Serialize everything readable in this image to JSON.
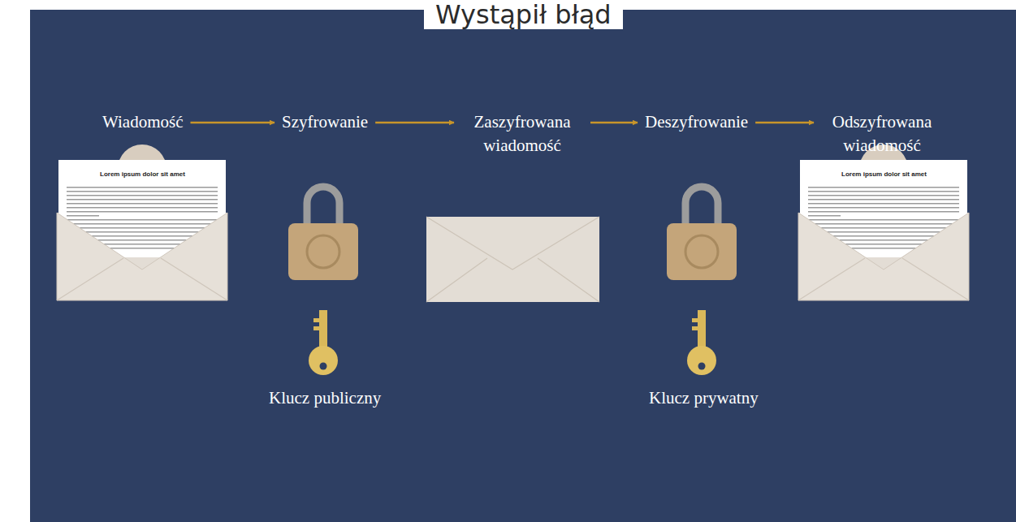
{
  "diagram": {
    "title": "Wystąpił błąd",
    "nodes": [
      {
        "text": [
          "Wiadomość"
        ]
      },
      {
        "text": [
          "Szyfrowanie"
        ]
      },
      {
        "text": [
          "Zaszyfrowana wiadomość"
        ]
      },
      {
        "text": [
          "Deszyfrowanie"
        ]
      },
      {
        "text": [
          "Odszyfrowana wiadomość"
        ]
      }
    ],
    "edges": [
      {
        "from": 0,
        "to": 1,
        "arrow": "to"
      },
      {
        "from": 1,
        "to": 2,
        "arrow": "to"
      },
      {
        "from": 2,
        "to": 3,
        "arrow": "to"
      },
      {
        "from": 3,
        "to": 4,
        "arrow": "to"
      }
    ],
    "labels": [
      "Lorem ipsum dolor sit amet",
      "Lorem ipsum dolor sit amet",
      "Klucz publiczny",
      "Klucz prywatny"
    ]
  }
}
